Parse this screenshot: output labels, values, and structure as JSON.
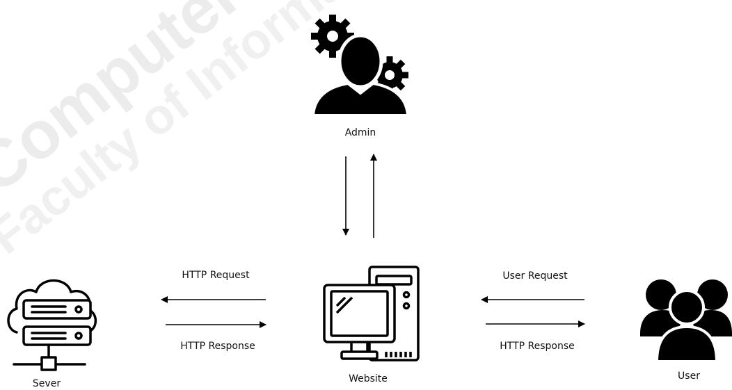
{
  "watermark": {
    "line1": "Computer",
    "line2": "Faculty of Information"
  },
  "nodes": {
    "admin": {
      "label": "Admin",
      "icon": "admin-gears-icon"
    },
    "website": {
      "label": "Website",
      "icon": "desktop-computer-icon"
    },
    "server": {
      "label": "Sever",
      "icon": "cloud-server-icon"
    },
    "user": {
      "label": "User",
      "icon": "user-group-icon"
    }
  },
  "edges": {
    "http_request": "HTTP Request",
    "http_response_server": "HTTP Response",
    "user_request": "User Request",
    "http_response_user": "HTTP Response"
  },
  "colors": {
    "ink": "#000000",
    "watermark": "#ececec"
  }
}
